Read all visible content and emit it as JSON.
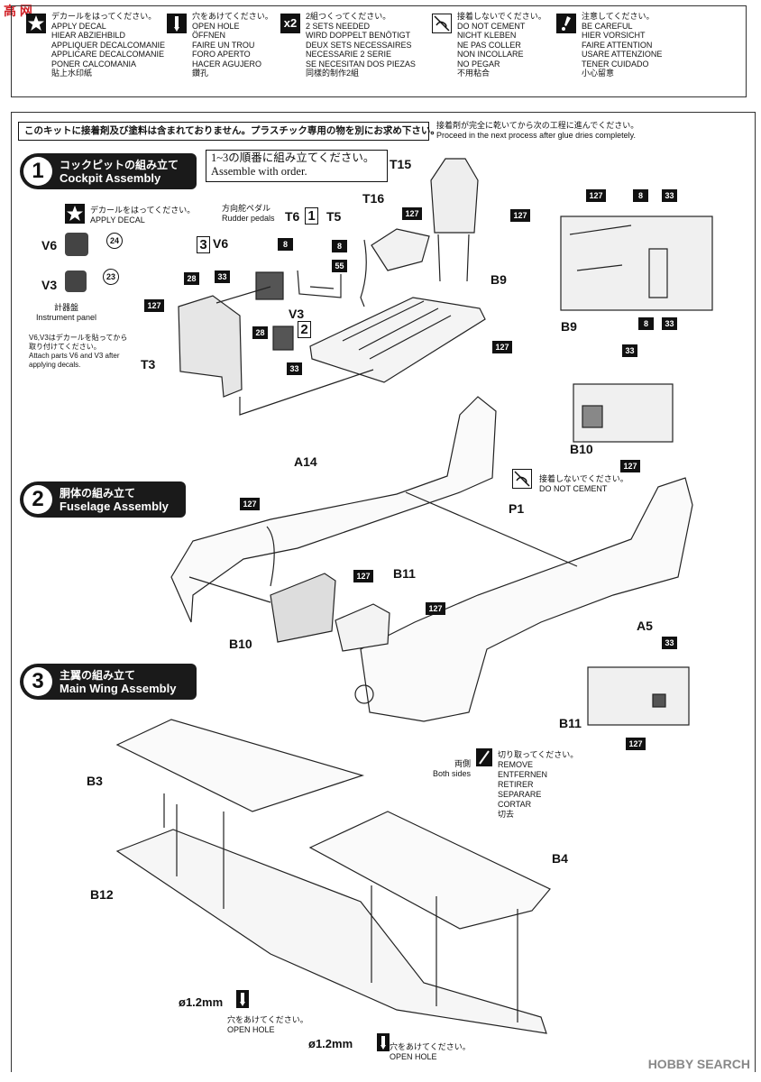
{
  "watermark": {
    "logo": "高 网",
    "site": "HOBBY SEARCH"
  },
  "legend": [
    {
      "icon": "star-decal-icon",
      "lines": [
        "デカールをはってください。",
        "APPLY DECAL",
        "HIEAR ABZIEHBILD",
        "APPLIQUER DECALCOMANIE",
        "APPLICARE DECALCOMANIE",
        "PONER CALCOMANIA",
        "貼上水印紙"
      ]
    },
    {
      "icon": "drill-hole-icon",
      "lines": [
        "穴をあけてください。",
        "OPEN HOLE",
        "ÖFFNEN",
        "FAIRE UN TROU",
        "FORO APERTO",
        "HACER AGUJERO",
        "鑽孔"
      ]
    },
    {
      "icon": "x2-icon",
      "label": "x2",
      "lines": [
        "2組つくってください。",
        "2 SETS NEEDED",
        "WIRD DOPPELT BENÖTIGT",
        "DEUX SETS NECESSAIRES",
        "NECESSARIE 2 SERIE",
        "SE NECESITAN DOS PIEZAS",
        "同樣的制作2組"
      ]
    },
    {
      "icon": "no-cement-icon",
      "lines": [
        "接着しないでください。",
        "DO NOT CEMENT",
        "NICHT KLEBEN",
        "NE PAS COLLER",
        "NON INCOLLARE",
        "NO PEGAR",
        "不用粘合"
      ]
    },
    {
      "icon": "careful-icon",
      "lines": [
        "注意してください。",
        "BE CAREFUL",
        "HIER VORSICHT",
        "FAIRE ATTENTION",
        "USARE ATTENZIONE",
        "TENER CUIDADO",
        "小心留意"
      ]
    }
  ],
  "notice": "このキットに接着剤及び塗料は含まれておりません。プラスチック専用の物を別にお求め下さい。",
  "glue_note": [
    "接着剤が完全に乾いてから次の工程に進んでください。",
    "Proceed in the next process after glue dries completely."
  ],
  "steps": [
    {
      "num": "1",
      "jp": "コックピットの組み立て",
      "en": "Cockpit Assembly"
    },
    {
      "num": "2",
      "jp": "胴体の組み立て",
      "en": "Fuselage Assembly"
    },
    {
      "num": "3",
      "jp": "主翼の組み立て",
      "en": "Main Wing Assembly"
    }
  ],
  "step1": {
    "order": [
      "1~3の順番に組み立てください。",
      "Assemble with order."
    ],
    "apply_decal": [
      "デカールをはってください。",
      "APPLY DECAL"
    ],
    "rudder": [
      "方向舵ペダル",
      "Rudder pedals"
    ],
    "panel": [
      "計器盤",
      "Instrument panel"
    ],
    "attach_note": [
      "V6,V3はデカールを貼ってから",
      "取り付けてください。",
      "Attach parts V6 and V3 after",
      "applying decals."
    ],
    "parts": {
      "T15": "T15",
      "T16": "T16",
      "T6": "T6",
      "T5": "T5",
      "V6": "V6",
      "V3": "V3",
      "B9": "B9",
      "T3": "T3",
      "B9b": "B9",
      "B10": "B10"
    },
    "box_nums": [
      "1",
      "2",
      "3"
    ],
    "decal_nums": [
      "24",
      "23"
    ],
    "color_codes": [
      "127",
      "8",
      "33",
      "55",
      "28"
    ]
  },
  "step2": {
    "parts": {
      "A14": "A14",
      "P1": "P1",
      "A5": "A5",
      "B11": "B11",
      "B10": "B10",
      "B11b": "B11"
    },
    "no_cement": [
      "接着しないでください。",
      "DO NOT CEMENT"
    ],
    "remove": {
      "side_jp": "両側",
      "side_en": "Both sides",
      "lines": [
        "切り取ってください。",
        "REMOVE",
        "ENTFERNEN",
        "RETIRER",
        "SEPARARE",
        "CORTAR",
        "切去"
      ]
    }
  },
  "step3": {
    "parts": {
      "B3": "B3",
      "B12": "B12",
      "B4": "B4"
    },
    "hole1": {
      "size": "ø1.2mm",
      "jp": "穴をあけてください。",
      "en": "OPEN HOLE"
    },
    "hole2": {
      "size": "ø1.2mm",
      "jp": "穴をあけてください。",
      "en": "OPEN HOLE"
    }
  }
}
